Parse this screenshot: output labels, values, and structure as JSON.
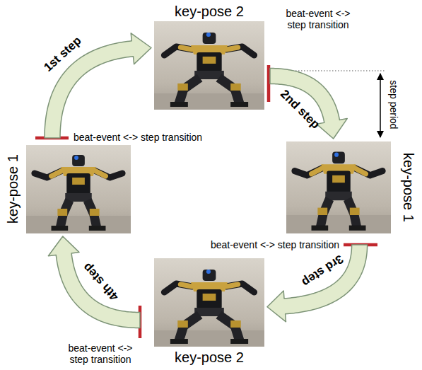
{
  "diagram": {
    "nodes": [
      {
        "text": [
          "key-pose 2"
        ]
      },
      {
        "text": [
          "key-pose 1"
        ]
      },
      {
        "text": [
          "key-pose 1"
        ]
      },
      {
        "text": [
          "key-pose 2"
        ]
      }
    ],
    "edges": [
      {
        "from": 1,
        "to": 0,
        "label": "1st step",
        "arrow": "to"
      },
      {
        "from": 0,
        "to": 2,
        "label": "2nd step",
        "arrow": "to"
      },
      {
        "from": 2,
        "to": 3,
        "label": "3rd step",
        "arrow": "to"
      },
      {
        "from": 3,
        "to": 1,
        "label": "4th step",
        "arrow": "to"
      }
    ],
    "labels": [
      "beat-event <-> step transition",
      "step period",
      "beat-event <-> step transition",
      "beat-event <-> step transition",
      "beat-event <-> step transition"
    ]
  }
}
